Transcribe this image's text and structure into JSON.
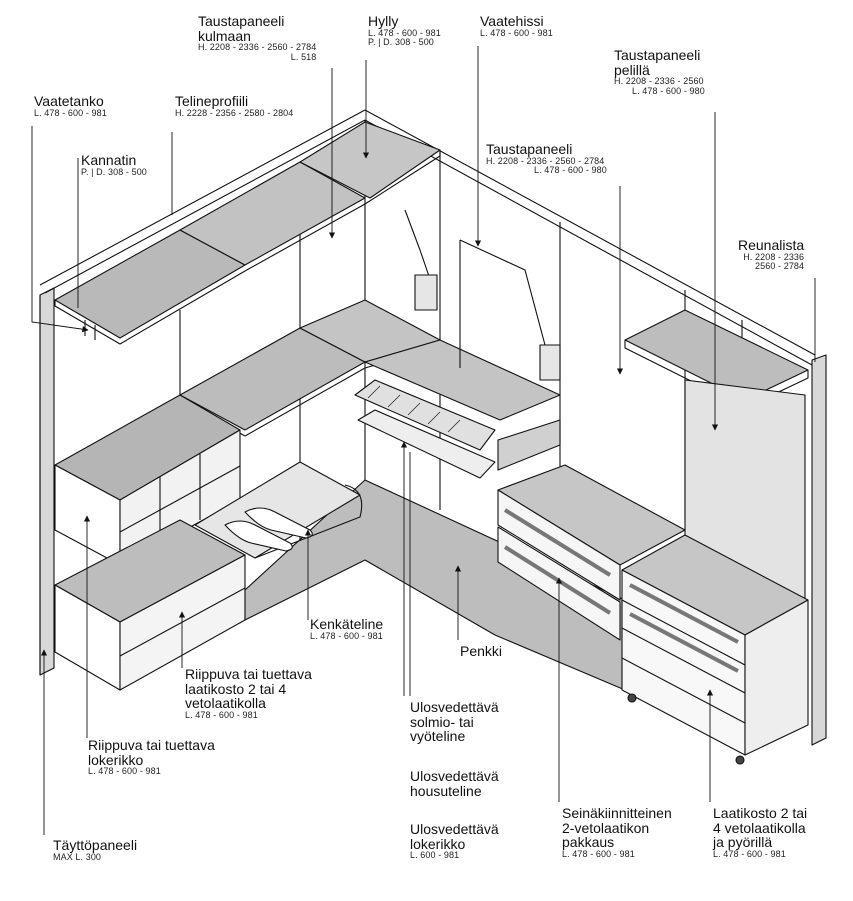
{
  "labels": {
    "taustapaneeli_kulmaan": {
      "title": [
        "Taustapaneeli",
        "kulmaan"
      ],
      "dims": [
        "H. 2208 - 2336 - 2560 - 2784",
        "L. 518"
      ]
    },
    "hylly": {
      "title": [
        "Hylly"
      ],
      "dims": [
        "L. 478 - 600 - 981",
        "P. | D. 308 - 500"
      ]
    },
    "vaatehissi": {
      "title": [
        "Vaatehissi"
      ],
      "dims": [
        "L. 478 - 600 - 981"
      ]
    },
    "taustapaneeli_pelilla": {
      "title": [
        "Taustapaneeli",
        "pelillä"
      ],
      "dims": [
        "H. 2208 - 2336 - 2560",
        "L. 478 - 600 - 980"
      ]
    },
    "vaatetanko": {
      "title": [
        "Vaatetanko"
      ],
      "dims": [
        "L. 478 - 600 - 981"
      ]
    },
    "telineprofiili": {
      "title": [
        "Telineprofiili"
      ],
      "dims": [
        "H. 2228 - 2356 - 2580 - 2804"
      ]
    },
    "kannatin": {
      "title": [
        "Kannatin"
      ],
      "dims": [
        "P. | D. 308 - 500"
      ]
    },
    "taustapaneeli": {
      "title": [
        "Taustapaneeli"
      ],
      "dims": [
        "H. 2208 - 2336 - 2560 - 2784",
        "L. 478 - 600 - 980"
      ]
    },
    "reunalista": {
      "title": [
        "Reunalista"
      ],
      "dims": [
        "H. 2208 - 2336",
        "2560 - 2784"
      ]
    },
    "kenkateline": {
      "title": [
        "Kenkäteline"
      ],
      "dims": [
        "L. 478 - 600 - 981"
      ]
    },
    "penkki": {
      "title": [
        "Penkki"
      ],
      "dims": []
    },
    "riippuva_laatikosto": {
      "title": [
        "Riippuva tai tuettava",
        "laatikosto 2 tai 4",
        "vetolaatikolla"
      ],
      "dims": [
        "L. 478 - 600 - 981"
      ]
    },
    "riippuva_lokerikko": {
      "title": [
        "Riippuva tai tuettava",
        "lokerikko"
      ],
      "dims": [
        "L. 478 - 600 - 981"
      ]
    },
    "taytto_paneeli": {
      "title": [
        "Täyttöpaneeli"
      ],
      "dims": [
        "MAX L. 300"
      ]
    },
    "solmioteline": {
      "title": [
        "Ulosvedettävä",
        "solmio- tai",
        "vyöteline"
      ],
      "dims": []
    },
    "housuteline": {
      "title": [
        "Ulosvedettävä",
        "housuteline"
      ],
      "dims": []
    },
    "ulosvedettava_lokerikko": {
      "title": [
        "Ulosvedettävä",
        "lokerikko"
      ],
      "dims": [
        "L. 600 - 981"
      ]
    },
    "seinakiinnitteinen": {
      "title": [
        "Seinäkiinnitteinen",
        "2-vetolaatikon",
        "pakkaus"
      ],
      "dims": [
        "L. 478 - 600 - 981"
      ]
    },
    "laatikosto_pyorilla": {
      "title": [
        "Laatikosto 2 tai",
        "4 vetolaatikolla",
        "ja pyörillä"
      ],
      "dims": [
        "L. 478 - 600 - 981"
      ]
    }
  },
  "colors": {
    "panel_top": "#b9b9b9",
    "panel_light": "#d4d4d4",
    "floor": "#bdbdbd",
    "line": "#111111"
  }
}
